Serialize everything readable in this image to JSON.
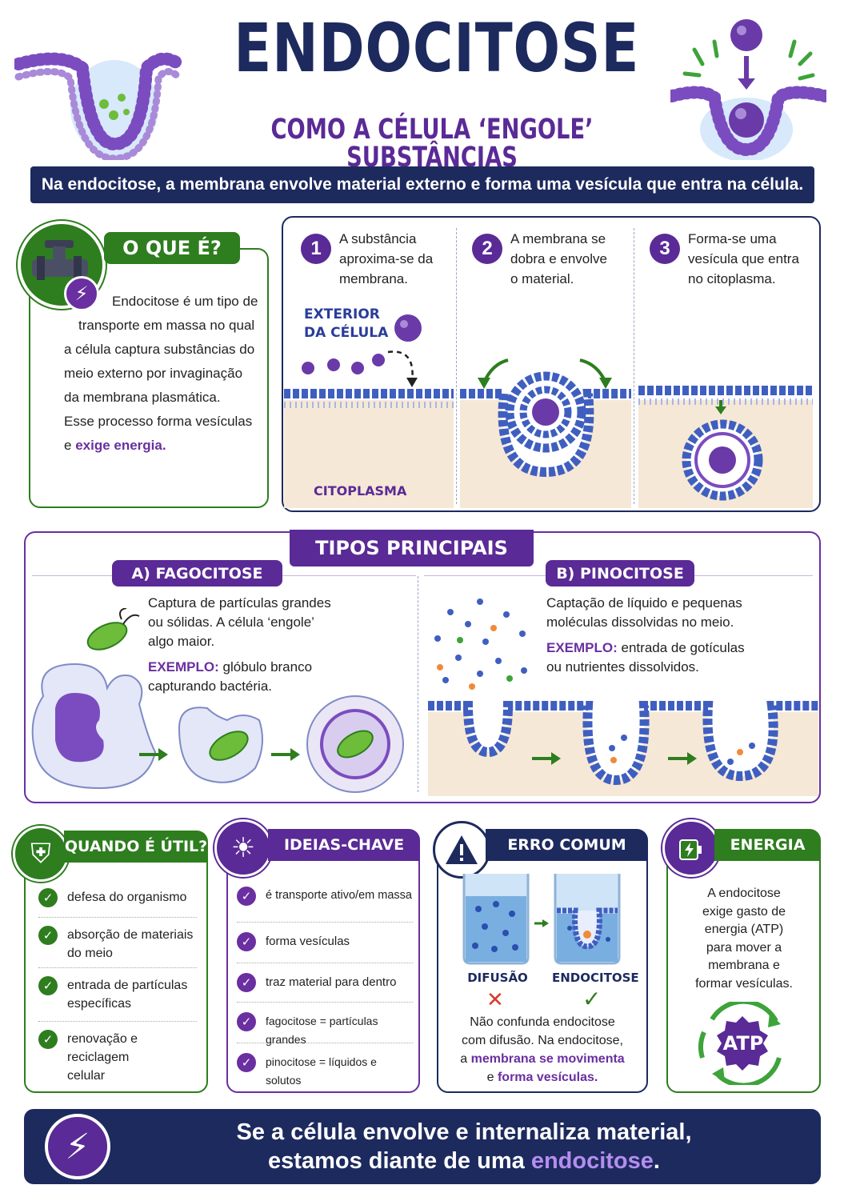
{
  "header": {
    "title": "ENDOCITOSE",
    "subtitle": "COMO A CÉLULA ‘ENGOLE’ SUBSTÂNCIAS",
    "banner": "Na endocitose, a membrana envolve material externo e forma uma vesícula que entra na célula."
  },
  "what_is": {
    "heading": "O QUE É?",
    "lines": [
      "Endocitose é um tipo de",
      "transporte em massa no qual",
      "a célula captura substâncias do",
      "meio externo por invaginação",
      "da membrana plasmática.",
      "Esse processo forma vesículas"
    ],
    "last_prefix": "e ",
    "last_highlight": "exige energia."
  },
  "steps": {
    "items": [
      {
        "num": "1",
        "line1": "A substância",
        "line2": "aproxima-se da",
        "line3": "membrana."
      },
      {
        "num": "2",
        "line1": "A membrana se",
        "line2": "dobra e envolve",
        "line3": "o material."
      },
      {
        "num": "3",
        "line1": "Forma-se uma",
        "line2": "vesícula que entra",
        "line3": "no citoplasma."
      }
    ],
    "exterior_line1": "EXTERIOR",
    "exterior_line2": "DA CÉLULA",
    "cytoplasm": "CITOPLASMA"
  },
  "types": {
    "heading": "TIPOS PRINCIPAIS",
    "phago": {
      "label": "A) FAGOCITOSE",
      "desc1": "Captura de partículas grandes",
      "desc2": "ou sólidas. A célula ‘engole’",
      "desc3": "algo maior.",
      "example_label": "EXEMPLO:",
      "example1": " glóbulo branco",
      "example2": "capturando bactéria."
    },
    "pino": {
      "label": "B) PINOCITOSE",
      "desc1": "Captação de líquido e pequenas",
      "desc2": "moléculas dissolvidas no meio.",
      "example_label": "EXEMPLO:",
      "example1": " entrada de gotículas",
      "example2": "ou nutrientes dissolvidos."
    }
  },
  "useful": {
    "heading": "QUANDO É ÚTIL?",
    "items": [
      {
        "l1": "defesa do organismo",
        "l2": ""
      },
      {
        "l1": "absorção de materiais",
        "l2": "do meio"
      },
      {
        "l1": "entrada de partículas",
        "l2": "específicas"
      },
      {
        "l1": "renovação e reciclagem",
        "l2": "celular"
      }
    ]
  },
  "key_ideas": {
    "heading": "IDEIAS-CHAVE",
    "items": [
      "é transporte ativo/em massa",
      "forma vesículas",
      "traz material para dentro",
      "fagocitose = partículas grandes",
      "pinocitose = líquidos e solutos"
    ]
  },
  "common_error": {
    "heading": "ERRO COMUM",
    "diffusion": "DIFUSÃO",
    "endocytosis": "ENDOCITOSE",
    "text1": "Não confunda endocitose",
    "text2": "com difusão. Na endocitose,",
    "text3_prefix": "a ",
    "text3_highlight": "membrana se movimenta",
    "text4_prefix": "e ",
    "text4_highlight": "forma vesículas."
  },
  "energy": {
    "heading": "ENERGIA",
    "lines": [
      "A endocitose",
      "exige gasto de",
      "energia (ATP)",
      "para mover a",
      "membrana e",
      "formar vesículas."
    ],
    "atp": "ATP"
  },
  "footer": {
    "line1": "Se a célula envolve e internaliza material,",
    "line2_prefix": "estamos diante de uma ",
    "line2_highlight": "endocitose",
    "line2_suffix": "."
  },
  "colors": {
    "navy": "#1d2a5e",
    "purple": "#5a2a96",
    "green": "#2e7d1f",
    "membrane_blue": "#3f5fc0",
    "cytoplasm": "#f6e8d6"
  }
}
